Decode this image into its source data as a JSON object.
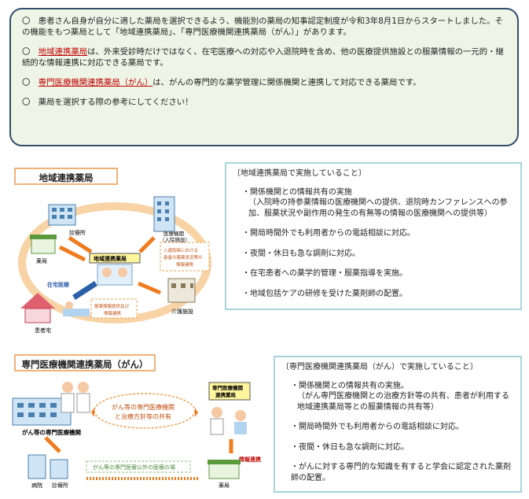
{
  "intro": {
    "p1": "〇　患者さん自身が自分に適した薬局を選択できるよう、機能別の薬局の知事認定制度が令和3年8月1日からスタートしました。その機能をもつ薬局として「地域連携薬局」、「専門医療機関連携薬局（がん）」があります。",
    "p2_mark": "〇　",
    "p2_term": "地域連携薬局",
    "p2_rest": "は、外来受診時だけではなく、在宅医療への対応や入退院時を含め、他の医療提供施設との服薬情報の一元的・継続的な情報連携に対応できる薬局です。",
    "p3_mark": "〇　",
    "p3_term": "専門医療機関連携薬局（がん）",
    "p3_rest": "は、がんの専門的な薬学管理に関係機関と連携して対応できる薬局です。",
    "p4": "〇　薬局を選択する際の参考にしてください！"
  },
  "regional": {
    "title": "地域連携薬局",
    "diagram": {
      "clinic": "診療所",
      "hospital": "（入院施設）",
      "hospital_top": "医療機関",
      "pharmacy_left": "薬局",
      "center": "地域連携薬局",
      "admission_note": "入退院時における患者の服薬状況等の情報連携",
      "home_care": "在宅医療",
      "home_note": "服薬情報提供及び情報連携",
      "home": "患者宅",
      "care": "介護施設"
    },
    "list_header": "〔地域連携薬局で実施していること〕",
    "items": [
      {
        "main": "・関係機関との情報共有の実施",
        "sub": "（入院時の持参薬情報の医療機関への提供、退院時カンファレンスへの参加、服薬状況や副作用の発生の有無等の情報の医療機関への提供等）"
      },
      {
        "main": "・開局時間外でも利用者からの電話相談に対応。",
        "sub": ""
      },
      {
        "main": "・夜間・休日も急な調剤に対応。",
        "sub": ""
      },
      {
        "main": "・在宅患者への薬学的管理・服薬指導を実施。",
        "sub": ""
      },
      {
        "main": "・地域包括ケアの研修を受けた薬剤師の配置。",
        "sub": ""
      }
    ]
  },
  "cancer": {
    "title": "専門医療機関連携薬局（がん）",
    "diagram": {
      "inst": "がん等の専門医療機関",
      "center_note": "がん等の専門医療機関と治療方針等の共有",
      "pharmacy_badge": "専門医療機関連携薬局",
      "info": "情報連携",
      "other": "がん等の専門医療以外の医療の場",
      "hospital": "病院",
      "clinic": "診療所",
      "pharmacy": "薬局"
    },
    "list_header": "〔専門医療機関連携薬局（がん）で実施していること〕",
    "items": [
      {
        "main": "・関係機関との情報共有の実施。",
        "sub": "（がん専門医療機関との治療方針等の共有、患者が利用する地域連携薬局等との服薬情報の共有等）"
      },
      {
        "main": "・開局時間外でも利用者からの電話相談に対応。",
        "sub": ""
      },
      {
        "main": "・夜間・休日も急な調剤に対応。",
        "sub": ""
      },
      {
        "main": "・がんに対する専門的な知識を有すると学会に認定された薬剤師の配置。",
        "sub": ""
      }
    ]
  },
  "colors": {
    "accent_red": "#c00000",
    "frame": "#344e6e",
    "intro_bg": "#eef5e6",
    "orange": "#f0a050"
  }
}
